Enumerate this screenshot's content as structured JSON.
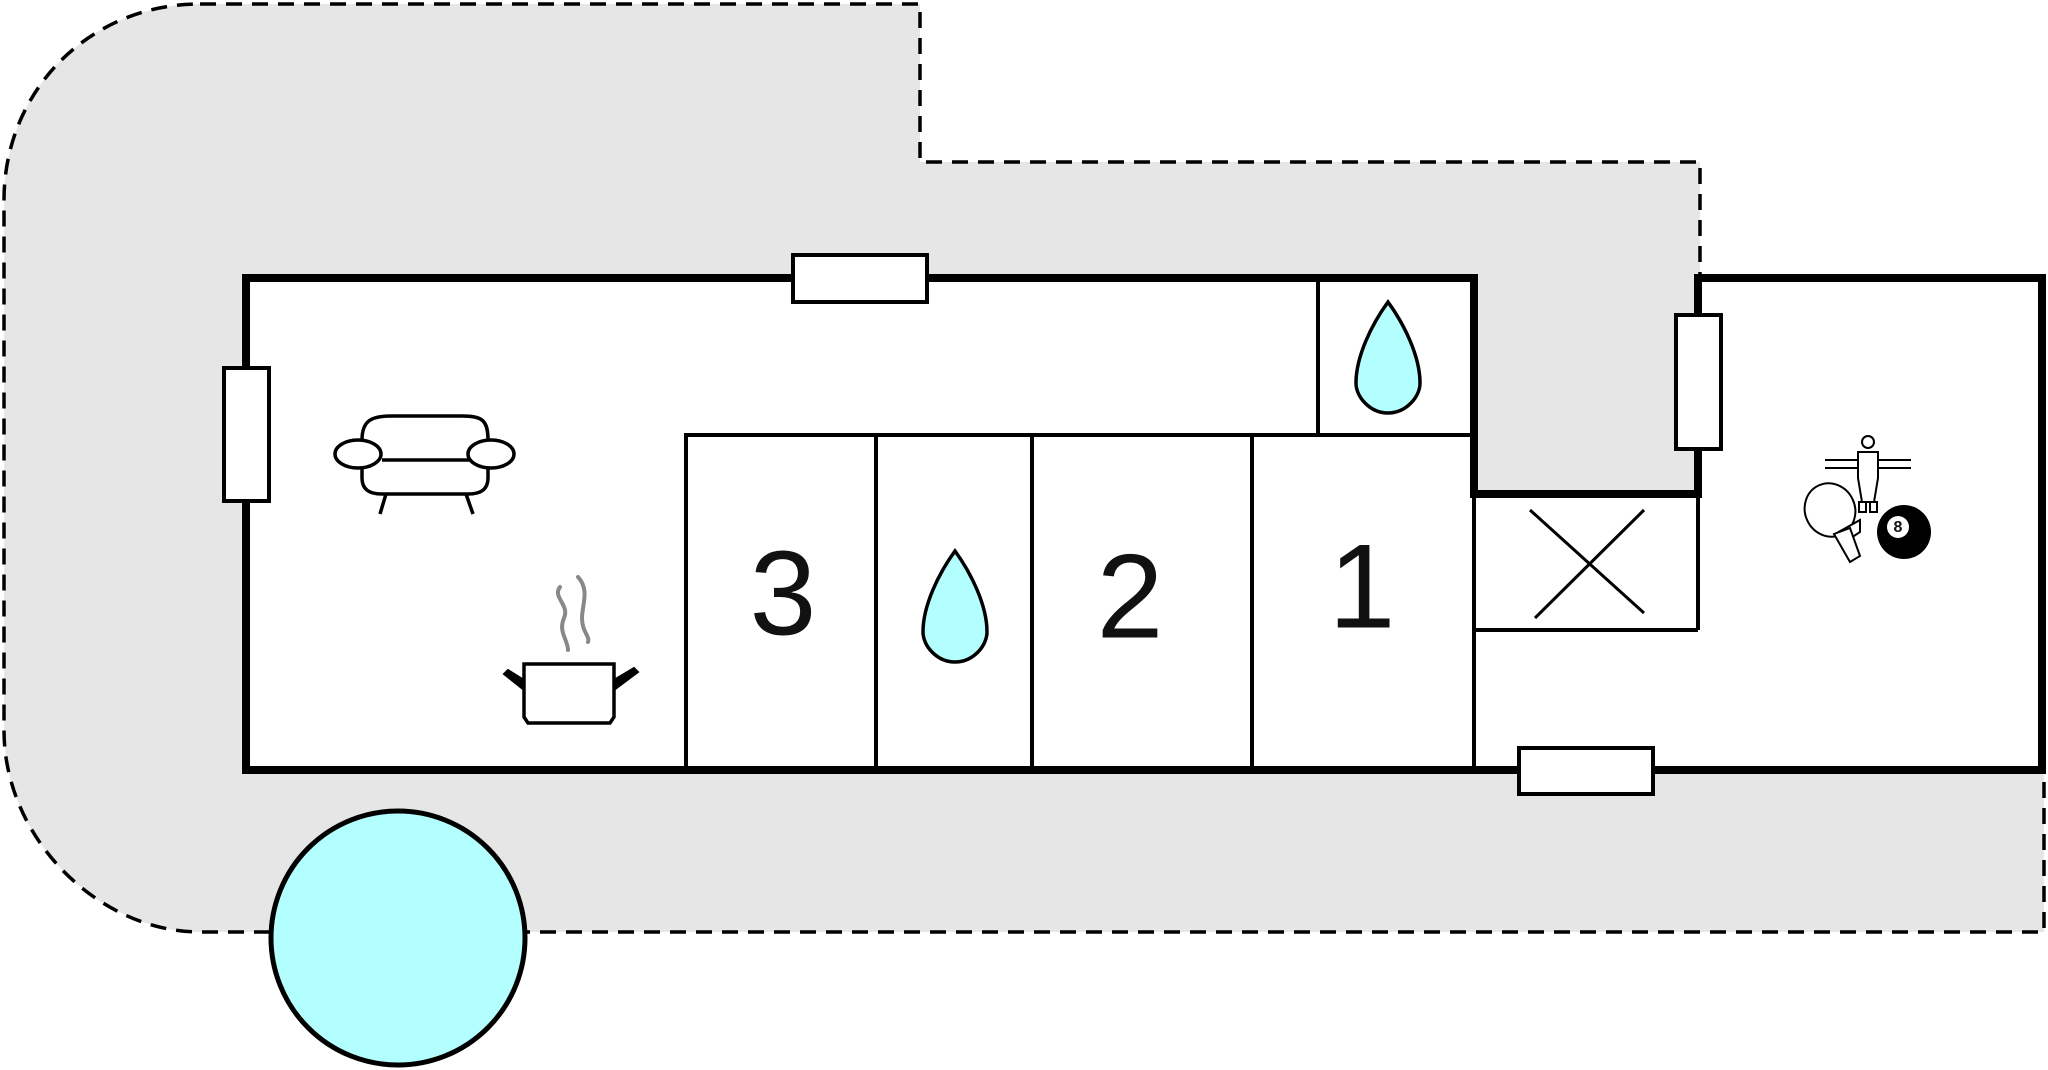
{
  "colors": {
    "terrace": "#e6e6e6",
    "outline": "#000000",
    "water": "#b3ffff",
    "steam": "#888888",
    "background": "#ffffff"
  },
  "rooms": {
    "bedroom_3": {
      "number": "3"
    },
    "bedroom_2": {
      "number": "2"
    },
    "bedroom_1": {
      "number": "1"
    }
  },
  "icons": {
    "living_room": "sofa-icon",
    "kitchen": "cooking-pot-icon",
    "bathroom_top": "water-drop-icon",
    "bathroom_middle": "water-drop-icon",
    "utility": "x-cross-icon",
    "activity_room": [
      "foosball-icon",
      "table-tennis-icon",
      "billiard-ball-icon"
    ],
    "pool": "pool-circle"
  },
  "billiard_ball": {
    "number": "8"
  }
}
